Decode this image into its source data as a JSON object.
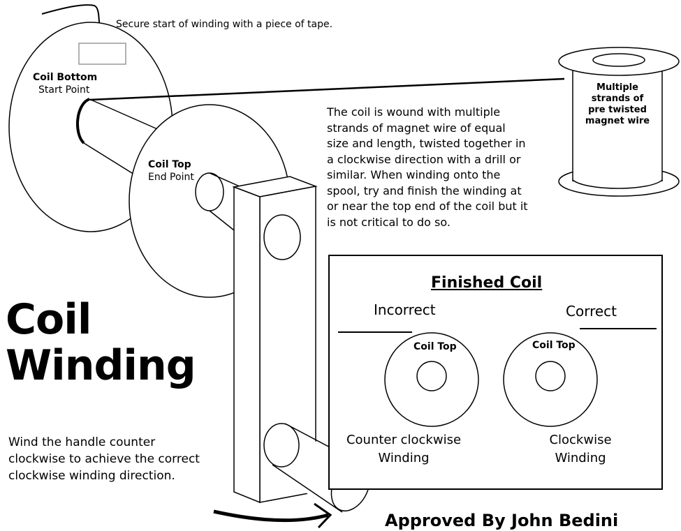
{
  "instruction_tape": "Secure start of winding with a piece of tape.",
  "coil_bottom": {
    "title": "Coil Bottom",
    "subtitle": "Start Point"
  },
  "coil_top_label": {
    "title": "Coil Top",
    "subtitle": "End Point"
  },
  "supply_spool_label": "Multiple\nstrands of\npre twisted\nmagnet wire",
  "description": "The coil is wound with multiple\nstrands of magnet wire of equal\nsize and length, twisted together in\na clockwise direction with a drill or\nsimilar. When winding onto the\nspool, try and finish the winding at\nor near the top end of the coil but it\nis not critical to do so.",
  "title": {
    "line1": "Coil",
    "line2": "Winding"
  },
  "handle_instruction": "Wind the handle counter\nclockwise to achieve the correct\nclockwise winding direction.",
  "finished_coil": {
    "title": "Finished Coil",
    "incorrect": {
      "heading": "Incorrect",
      "center_label": "Coil Top",
      "caption": "Counter clockwise\nWinding"
    },
    "correct": {
      "heading": "Correct",
      "center_label": "Coil Top",
      "caption": "Clockwise\nWinding"
    }
  },
  "approval": "Approved By John Bedini",
  "colors": {
    "ink": "#000000",
    "paper": "#ffffff",
    "tape": "#999999"
  }
}
